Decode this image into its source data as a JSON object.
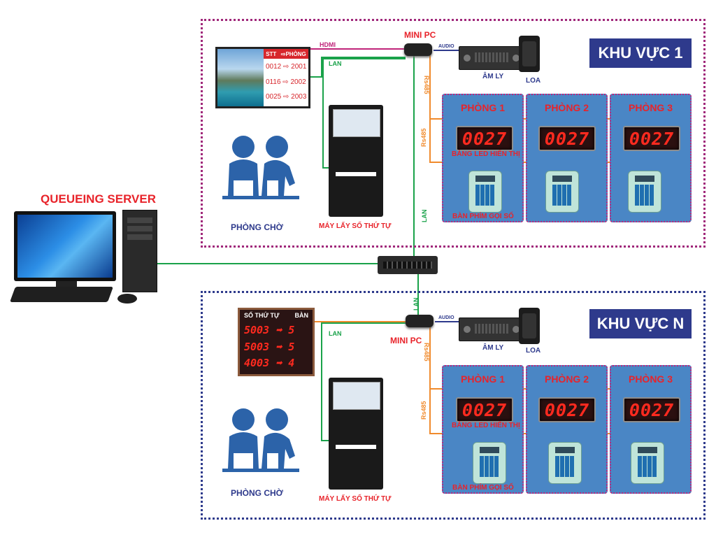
{
  "server": {
    "title": "QUEUEING SERVER"
  },
  "zones": [
    {
      "title": "KHU VỰC 1",
      "mini_pc_label": "MINI PC",
      "amp_label": "ÂM LY",
      "speaker_label": "LOA",
      "waiting_label": "PHÒNG CHỜ",
      "ticket_label": "MÁY LẤY SỐ THỨ TỰ",
      "led_caption": "BẢNG LED HIỂN THỊ",
      "keypad_caption": "BÀN PHÍM GỌI SỐ",
      "display": {
        "header_left": "STT",
        "header_right": "⇨PHÒNG",
        "rows": [
          "0012 ⇨ 2001",
          "0116 ⇨ 2002",
          "0025 ⇨ 2003"
        ]
      },
      "rooms": [
        {
          "name": "PHÒNG 1",
          "led": "0027"
        },
        {
          "name": "PHÒNG 2",
          "led": "0027"
        },
        {
          "name": "PHÒNG 3",
          "led": "0027"
        }
      ]
    },
    {
      "title": "KHU VỰC N",
      "mini_pc_label": "MINI PC",
      "amp_label": "ÂM LY",
      "speaker_label": "LOA",
      "waiting_label": "PHÒNG CHỜ",
      "ticket_label": "MÁY LẤY SỐ THỨ TỰ",
      "led_caption": "BẢNG LED HIỂN THỊ",
      "keypad_caption": "BÀN PHÍM GỌI SỐ",
      "display": {
        "header_left": "SỐ THỨ TỰ",
        "header_right": "BÀN",
        "rows": [
          "5003 ➡ 5",
          "5003 ➡ 5",
          "4003 ➡ 4"
        ]
      },
      "rooms": [
        {
          "name": "PHÒNG 1",
          "led": "0027"
        },
        {
          "name": "PHÒNG 2",
          "led": "0027"
        },
        {
          "name": "PHÒNG 3",
          "led": "0027"
        }
      ]
    }
  ],
  "wires": {
    "hdmi": "HDMI",
    "lan": "LAN",
    "audio": "AUDIO",
    "rs485": "Rs485"
  },
  "colors": {
    "zone1_border": "#a0287a",
    "zoneN_border": "#2e3a8c",
    "room_fill": "#4a86c5",
    "lan": "#1aa24a",
    "rs485": "#f08a2c",
    "hdmi": "#c0247a",
    "title_fill": "#2e3a8c"
  }
}
